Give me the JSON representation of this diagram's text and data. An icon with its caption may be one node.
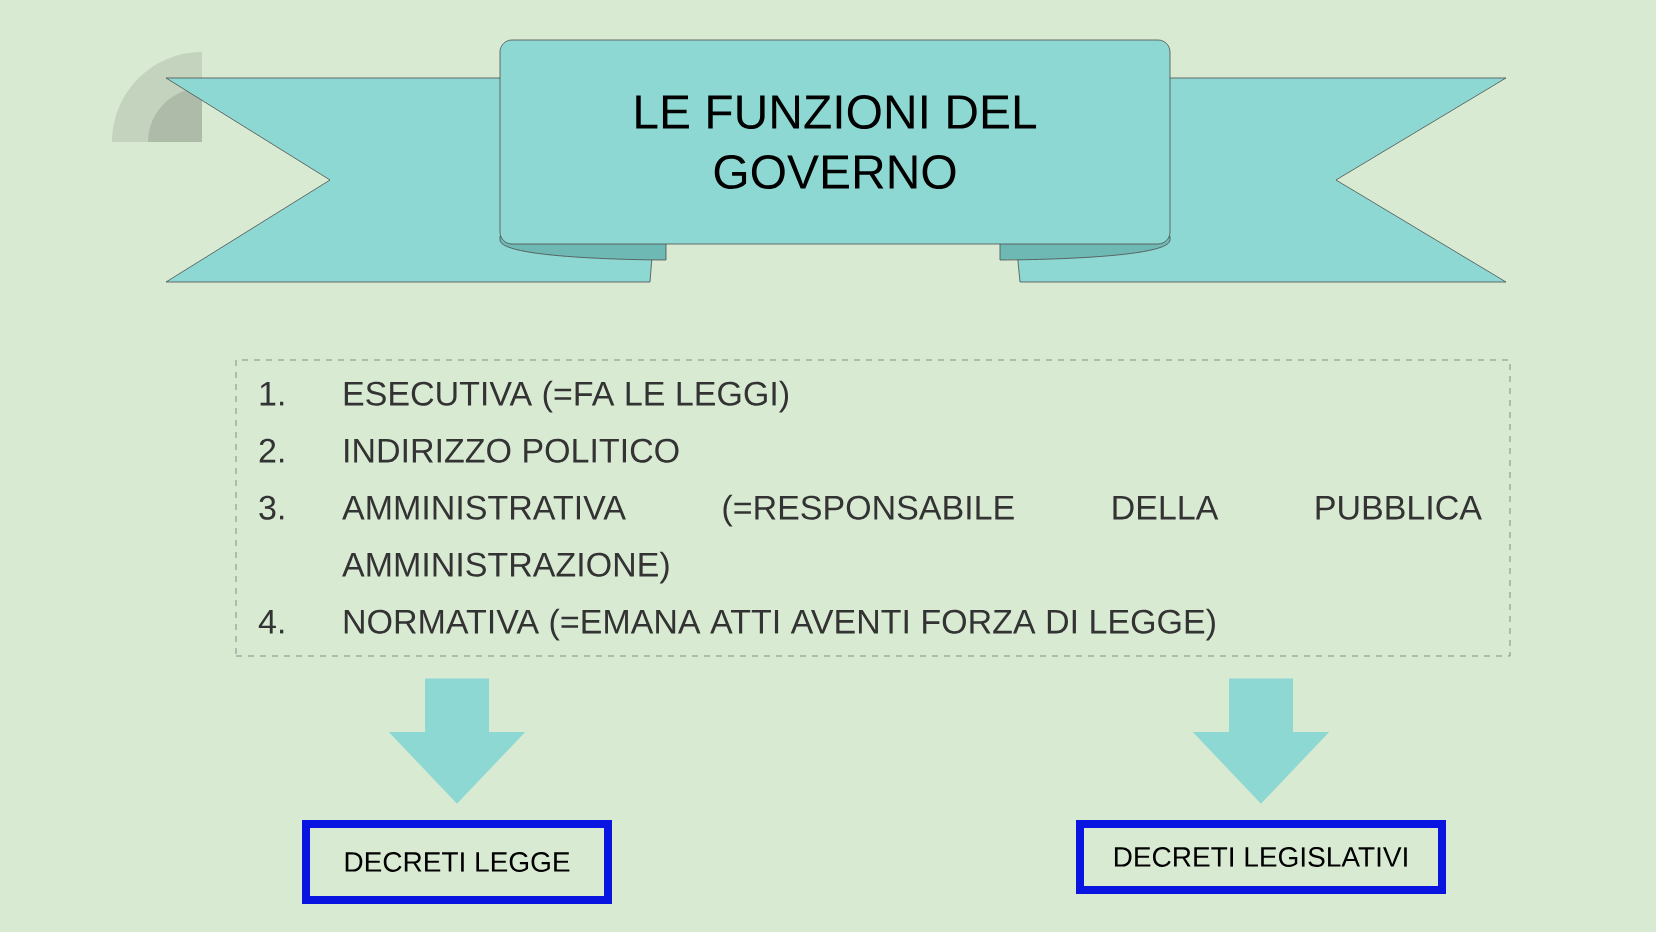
{
  "diagram": {
    "nodes": [
      {
        "text": [
          "LE FUNZIONI DEL GOVERNO"
        ]
      },
      {
        "text": [
          "1.",
          "ESECUTIVA (=FA LE LEGGI)",
          "2.",
          "INDIRIZZO POLITICO",
          "3.",
          "AMMINISTRATIVA (=RESPONSABILE DELLA PUBBLICA AMMINISTRAZIONE)",
          "4.",
          "NORMATIVA (=EMANA ATTI AVENTI FORZA DI LEGGE)"
        ]
      },
      {
        "text": [
          "DECRETI LEGGE"
        ]
      },
      {
        "text": [
          "DECRETI LEGISLATIVI"
        ]
      }
    ],
    "edges": [
      {
        "from": 1,
        "to": 2,
        "arrow": "to"
      },
      {
        "from": 1,
        "to": 3,
        "arrow": "to"
      }
    ]
  }
}
